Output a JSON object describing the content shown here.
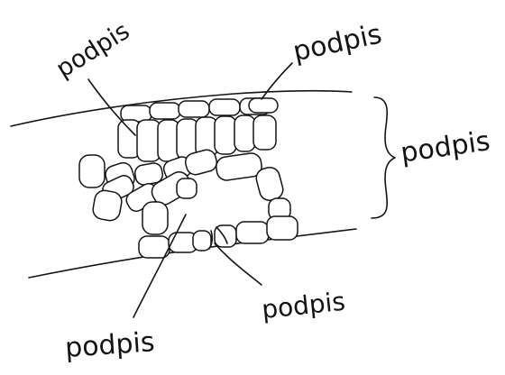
{
  "diagram": {
    "labels": {
      "top_left": "podpis",
      "top_right": "podpis",
      "right_brace": "podpis",
      "bottom_right": "podpis",
      "bottom_left": "podpis"
    },
    "ink_color": "#141414",
    "background": "#ffffff"
  }
}
